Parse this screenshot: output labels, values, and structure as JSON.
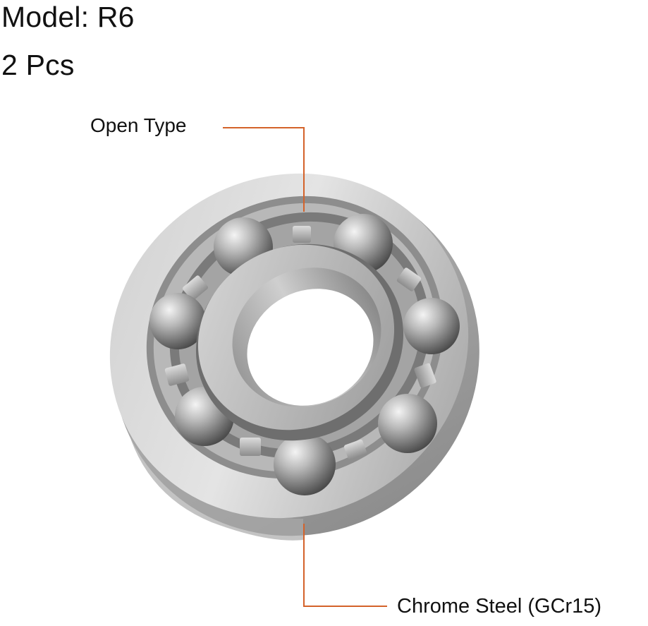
{
  "header": {
    "model": "Model: R6",
    "quantity": "2 Pcs"
  },
  "callouts": {
    "open_type": "Open Type",
    "material": "Chrome Steel (GCr15)"
  },
  "colors": {
    "leader_line": "#d4622a",
    "steel_light": "#d9d9d9",
    "steel_mid": "#a8a8a8",
    "steel_dark": "#5a5a5a",
    "background": "#ffffff"
  }
}
